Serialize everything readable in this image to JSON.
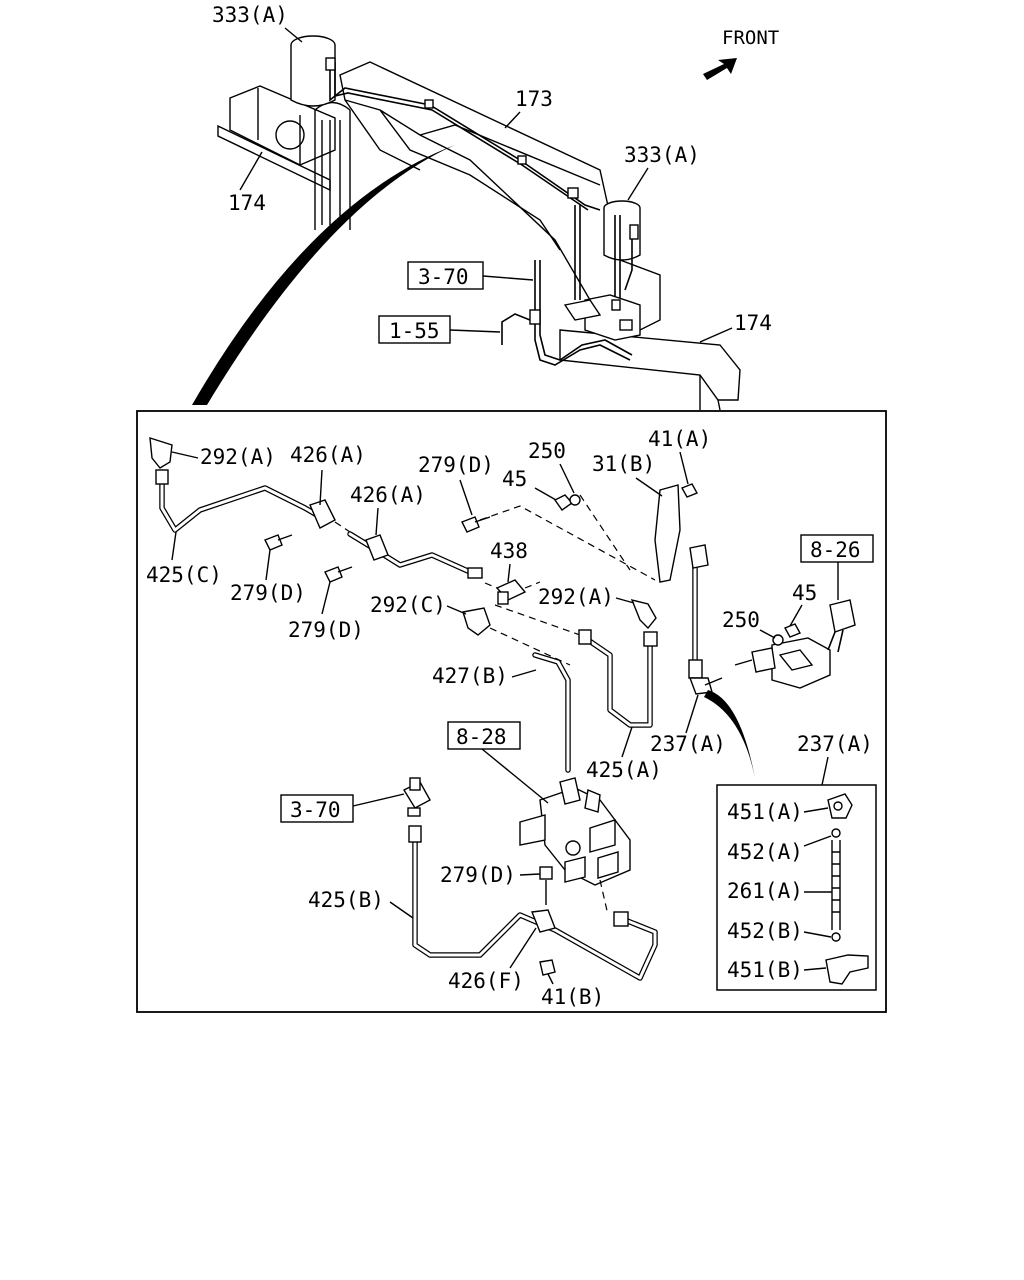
{
  "diagram": {
    "front_label": "FRONT",
    "overview": {
      "labels": {
        "tank_top_left": "333(A)",
        "tank_right": "333(A)",
        "frame_173": "173",
        "frame_174_left": "174",
        "frame_174_right": "174",
        "ref_3_70": "3-70",
        "ref_1_55": "1-55"
      }
    },
    "detail": {
      "labels": {
        "l292a_top": "292(A)",
        "l426a_1": "426(A)",
        "l426a_2": "426(A)",
        "l279d_top": "279(D)",
        "l250_top": "250",
        "l45_top": "45",
        "l31b": "31(B)",
        "l41a": "41(A)",
        "l425c": "425(C)",
        "l279d_a": "279(D)",
        "l279d_b": "279(D)",
        "l438": "438",
        "l292c": "292(C)",
        "l292a_mid": "292(A)",
        "l8_26": "8-26",
        "l45_right": "45",
        "l250_right": "250",
        "l427b": "427(B)",
        "l425a": "425(A)",
        "l237a_mid": "237(A)",
        "l237a_right": "237(A)",
        "l8_28": "8-28",
        "l3_70_bottom": "3-70",
        "l279d_bottom": "279(D)",
        "l425b": "425(B)",
        "l426f": "426(F)",
        "l41b": "41(B)"
      },
      "inset": {
        "l451a": "451(A)",
        "l452a": "452(A)",
        "l261a": "261(A)",
        "l452b": "452(B)",
        "l451b": "451(B)"
      }
    }
  }
}
